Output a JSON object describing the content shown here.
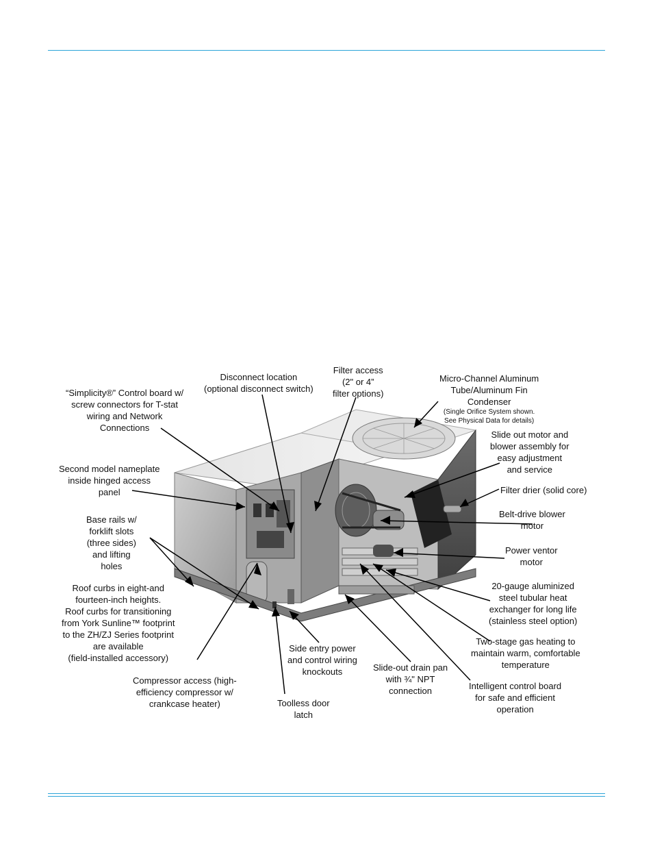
{
  "labels": {
    "disconnect": [
      "Disconnect location",
      "(optional disconnect switch)"
    ],
    "filter_access": [
      "Filter access",
      "(2\" or 4”",
      "filter options)"
    ],
    "condenser": [
      "Micro-Channel Aluminum",
      "Tube/Aluminum Fin",
      "Condenser"
    ],
    "condenser_note": [
      "(Single Orifice System shown.",
      "See Physical Data for details)"
    ],
    "simplicity": [
      "“Simplicity®” Control board w/",
      "screw connectors for T-stat",
      "wiring and Network",
      "Connections"
    ],
    "slide_motor": [
      "Slide out motor and",
      "blower assembly for",
      "easy adjustment",
      "and service"
    ],
    "nameplate": [
      "Second model nameplate",
      "inside hinged access",
      "panel"
    ],
    "filter_drier": [
      "Filter drier (solid core)"
    ],
    "blower_motor": [
      "Belt-drive blower",
      "motor"
    ],
    "base_rails": [
      "Base rails w/",
      "forklift slots",
      "(three sides)",
      "and lifting",
      "holes"
    ],
    "power_ventor": [
      "Power ventor",
      "motor"
    ],
    "heat_exchanger": [
      "20-gauge aluminized",
      "steel tubular heat",
      "exchanger for long life",
      "(stainless steel option)"
    ],
    "roof_curbs": [
      "Roof curbs in eight-and",
      "fourteen-inch heights.",
      "Roof curbs for transitioning",
      "from York Sunline™  footprint",
      "to the  ZH/ZJ Series footprint",
      "are available",
      "(field-installed accessory)"
    ],
    "two_stage": [
      "Two-stage gas heating to",
      "maintain warm, comfortable",
      "temperature"
    ],
    "side_entry": [
      "Side entry power",
      "and control wiring",
      "knockouts"
    ],
    "drain_pan": [
      "Slide-out drain pan",
      "with ¾\" NPT",
      "connection"
    ],
    "intelligent": [
      "Intelligent control board",
      "for safe and efficient",
      "operation"
    ],
    "compressor": [
      "Compressor access (high-",
      "efficiency compressor w/",
      "crankcase heater)"
    ],
    "toolless": [
      "Toolless door",
      "latch"
    ]
  },
  "colors": {
    "accent_rule": "#2aa4d8"
  }
}
